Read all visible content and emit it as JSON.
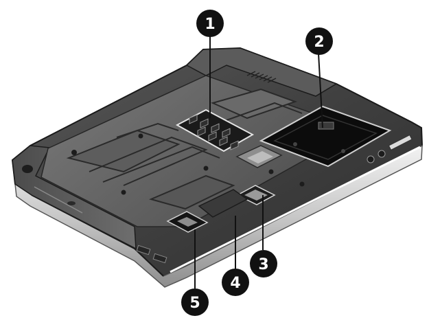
{
  "callouts": [
    {
      "id": "1",
      "label": "1"
    },
    {
      "id": "2",
      "label": "2"
    },
    {
      "id": "3",
      "label": "3"
    },
    {
      "id": "4",
      "label": "4"
    },
    {
      "id": "5",
      "label": "5"
    }
  ],
  "colors": {
    "callout_fill": "#111111",
    "callout_text": "#ffffff",
    "leader_line": "#111111",
    "chassis_dark": "#3e3e3e",
    "chassis_mid": "#6a6a6a",
    "chassis_light": "#a9a9a9",
    "rim": "#d9d9d9",
    "bay_black": "#0c0c0c",
    "background": "#ffffff"
  },
  "icons": {
    "port": "usb-port-icon",
    "jack": "audio-jack-icon",
    "screw": "screw-icon"
  }
}
